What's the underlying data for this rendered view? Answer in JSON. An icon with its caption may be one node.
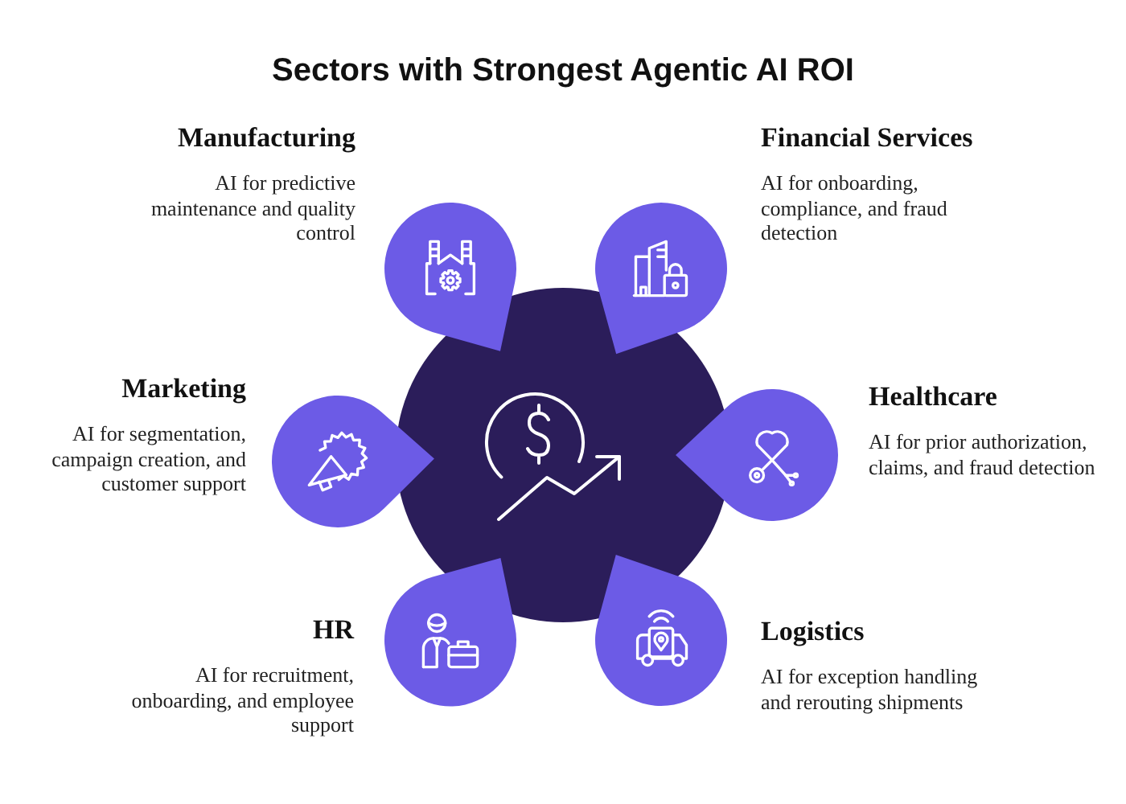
{
  "diagram": {
    "title": "Sectors with Strongest Agentic AI ROI",
    "nodes": [
      {
        "text": [],
        "shape": "circle"
      },
      {
        "text": [],
        "shape": "teardrop",
        "beside": [
          "Manufacturing",
          "AI for predictive maintenance and quality control"
        ]
      },
      {
        "text": [],
        "shape": "teardrop",
        "beside": [
          "Financial Services",
          "AI for onboarding, compliance, and fraud detection"
        ]
      },
      {
        "text": [],
        "shape": "teardrop",
        "beside": [
          "Marketing",
          "AI for segmentation, campaign creation, and customer support"
        ]
      },
      {
        "text": [],
        "shape": "teardrop",
        "beside": [
          "Healthcare",
          "AI for prior authorization, claims, and fraud detection"
        ]
      },
      {
        "text": [],
        "shape": "teardrop",
        "beside": [
          "HR",
          "AI for recruitment, onboarding, and employee support"
        ]
      },
      {
        "text": [],
        "shape": "teardrop",
        "beside": [
          "Logistics",
          "AI for exception handling and rerouting shipments"
        ]
      }
    ]
  }
}
